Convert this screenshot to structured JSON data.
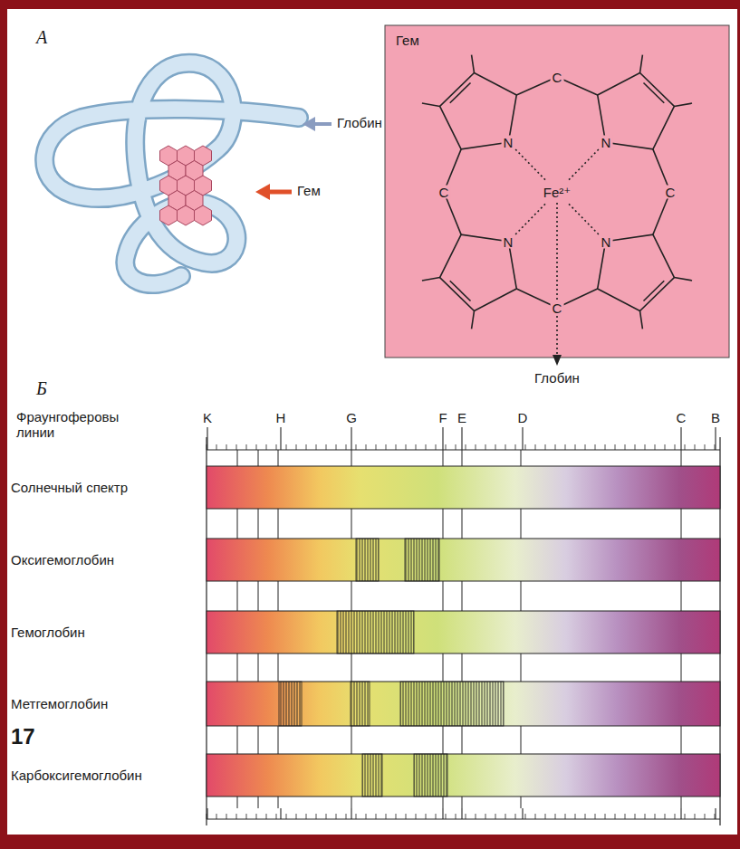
{
  "diagram": {
    "nodes": [
      {
        "text": [
          "Гем"
        ]
      },
      {
        "text": [
          "Солнечный спектр"
        ]
      },
      {
        "text": [
          "Оксигемоглобин"
        ]
      },
      {
        "text": [
          "Гемоглобин"
        ]
      },
      {
        "text": [
          "Метгемоглобин"
        ]
      },
      {
        "text": [
          "Карбоксигемоглобин"
        ]
      }
    ],
    "labels": [
      "А",
      "Глобин",
      "Гем",
      "C",
      "N",
      "N",
      "C",
      "Fe²⁺",
      "C",
      "N",
      "N",
      "C",
      "Глобин",
      "Б",
      "Фраунгоферовы линии",
      "K",
      "H",
      "G",
      "F",
      "E",
      "D",
      "C",
      "B",
      "17"
    ]
  }
}
